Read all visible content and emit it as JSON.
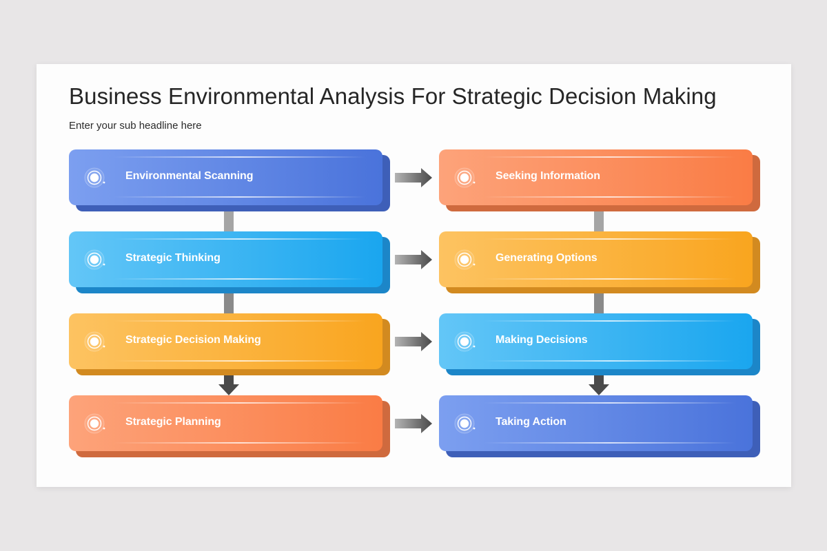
{
  "slide": {
    "title": "Business Environmental Analysis For Strategic Decision Making",
    "subtitle": "Enter your sub headline here"
  },
  "diagram": {
    "left_column": [
      {
        "label": "Environmental Scanning",
        "color": "#5a82e2",
        "icon": "target-icon"
      },
      {
        "label": "Strategic Thinking",
        "color": "#2fb0f2",
        "icon": "target-icon"
      },
      {
        "label": "Strategic Decision Making",
        "color": "#fbb43a",
        "icon": "target-icon"
      },
      {
        "label": "Strategic Planning",
        "color": "#fc8d5b",
        "icon": "target-icon"
      }
    ],
    "right_column": [
      {
        "label": "Seeking Information",
        "color": "#fc8d5b",
        "icon": "target-icon"
      },
      {
        "label": "Generating Options",
        "color": "#fbb43a",
        "icon": "target-icon"
      },
      {
        "label": "Making Decisions",
        "color": "#2fb0f2",
        "icon": "target-icon"
      },
      {
        "label": "Taking Action",
        "color": "#5a82e2",
        "icon": "target-icon"
      }
    ],
    "arrows": {
      "horizontal": [
        "arrow-right-icon",
        "arrow-right-icon",
        "arrow-right-icon",
        "arrow-right-icon"
      ],
      "vertical": [
        "connector",
        "connector",
        "arrow-down-icon"
      ]
    }
  }
}
